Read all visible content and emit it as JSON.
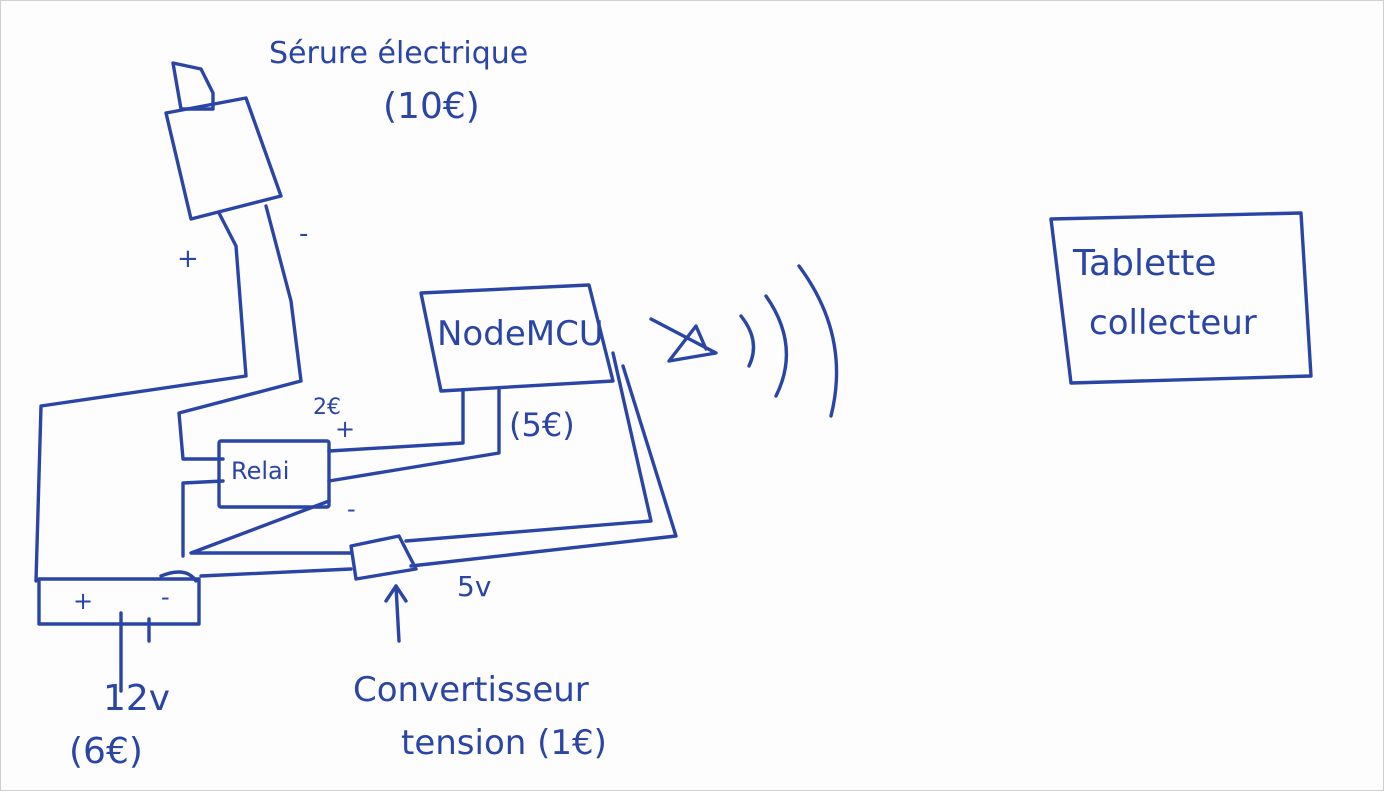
{
  "diagram": {
    "colors": {
      "ink": "#2a45a6",
      "paper": "#fdfdfd"
    },
    "lock": {
      "name": "Sérure électrique",
      "price": "(10€)",
      "plus": "+",
      "minus": "-"
    },
    "nodemcu": {
      "name": "NodeMCU",
      "price": "(5€)"
    },
    "bluetooth": {
      "icon": "bluetooth-icon"
    },
    "tablet": {
      "line1": "Tablette",
      "line2": "collecteur"
    },
    "relay": {
      "name": "Relai",
      "price": "2€",
      "plus": "+",
      "minus": "-"
    },
    "battery": {
      "voltage": "12v",
      "price": "(6€)",
      "plus": "+",
      "minus": "-"
    },
    "converter": {
      "output": "5v",
      "line1": "Convertisseur",
      "line2": "tension (1€)"
    }
  }
}
